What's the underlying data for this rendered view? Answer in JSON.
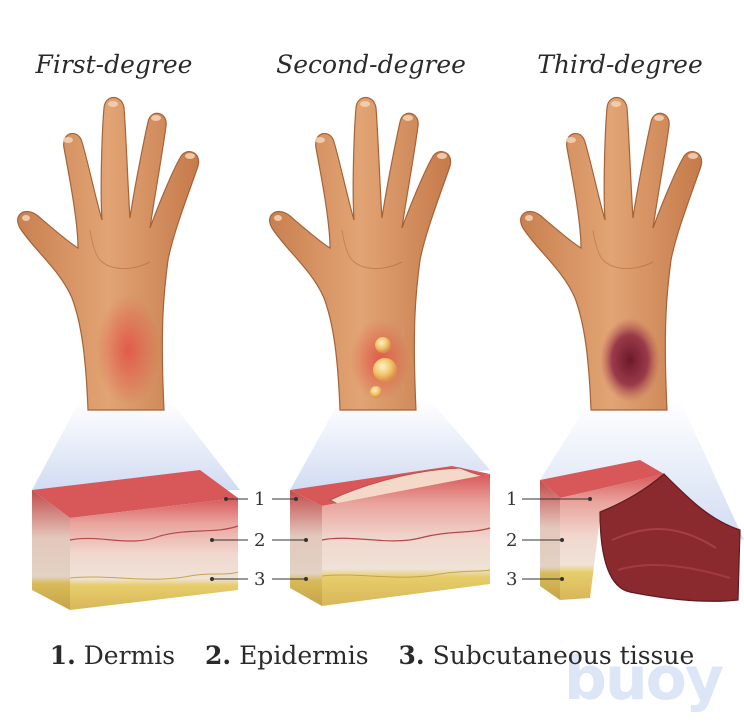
{
  "headings": {
    "first": "First-degree",
    "second": "Second-degree",
    "third": "Third-degree"
  },
  "layer_numbers": [
    "1",
    "2",
    "3"
  ],
  "legend": {
    "items": [
      {
        "num": "1.",
        "label": "Dermis"
      },
      {
        "num": "2.",
        "label": "Epidermis"
      },
      {
        "num": "3.",
        "label": "Subcutaneous tissue"
      }
    ]
  },
  "watermark": "buoy",
  "colors": {
    "skin": "#d9915f",
    "skin_shadow": "#b36a3e",
    "burn_red": "#d4403a",
    "burn_dark": "#7a1c22",
    "blister": "#f3c56a",
    "beam": "#c9d6f0",
    "fat": "#e8cf6a",
    "text": "#2a2a2a",
    "watermark": "#dde6f6"
  }
}
